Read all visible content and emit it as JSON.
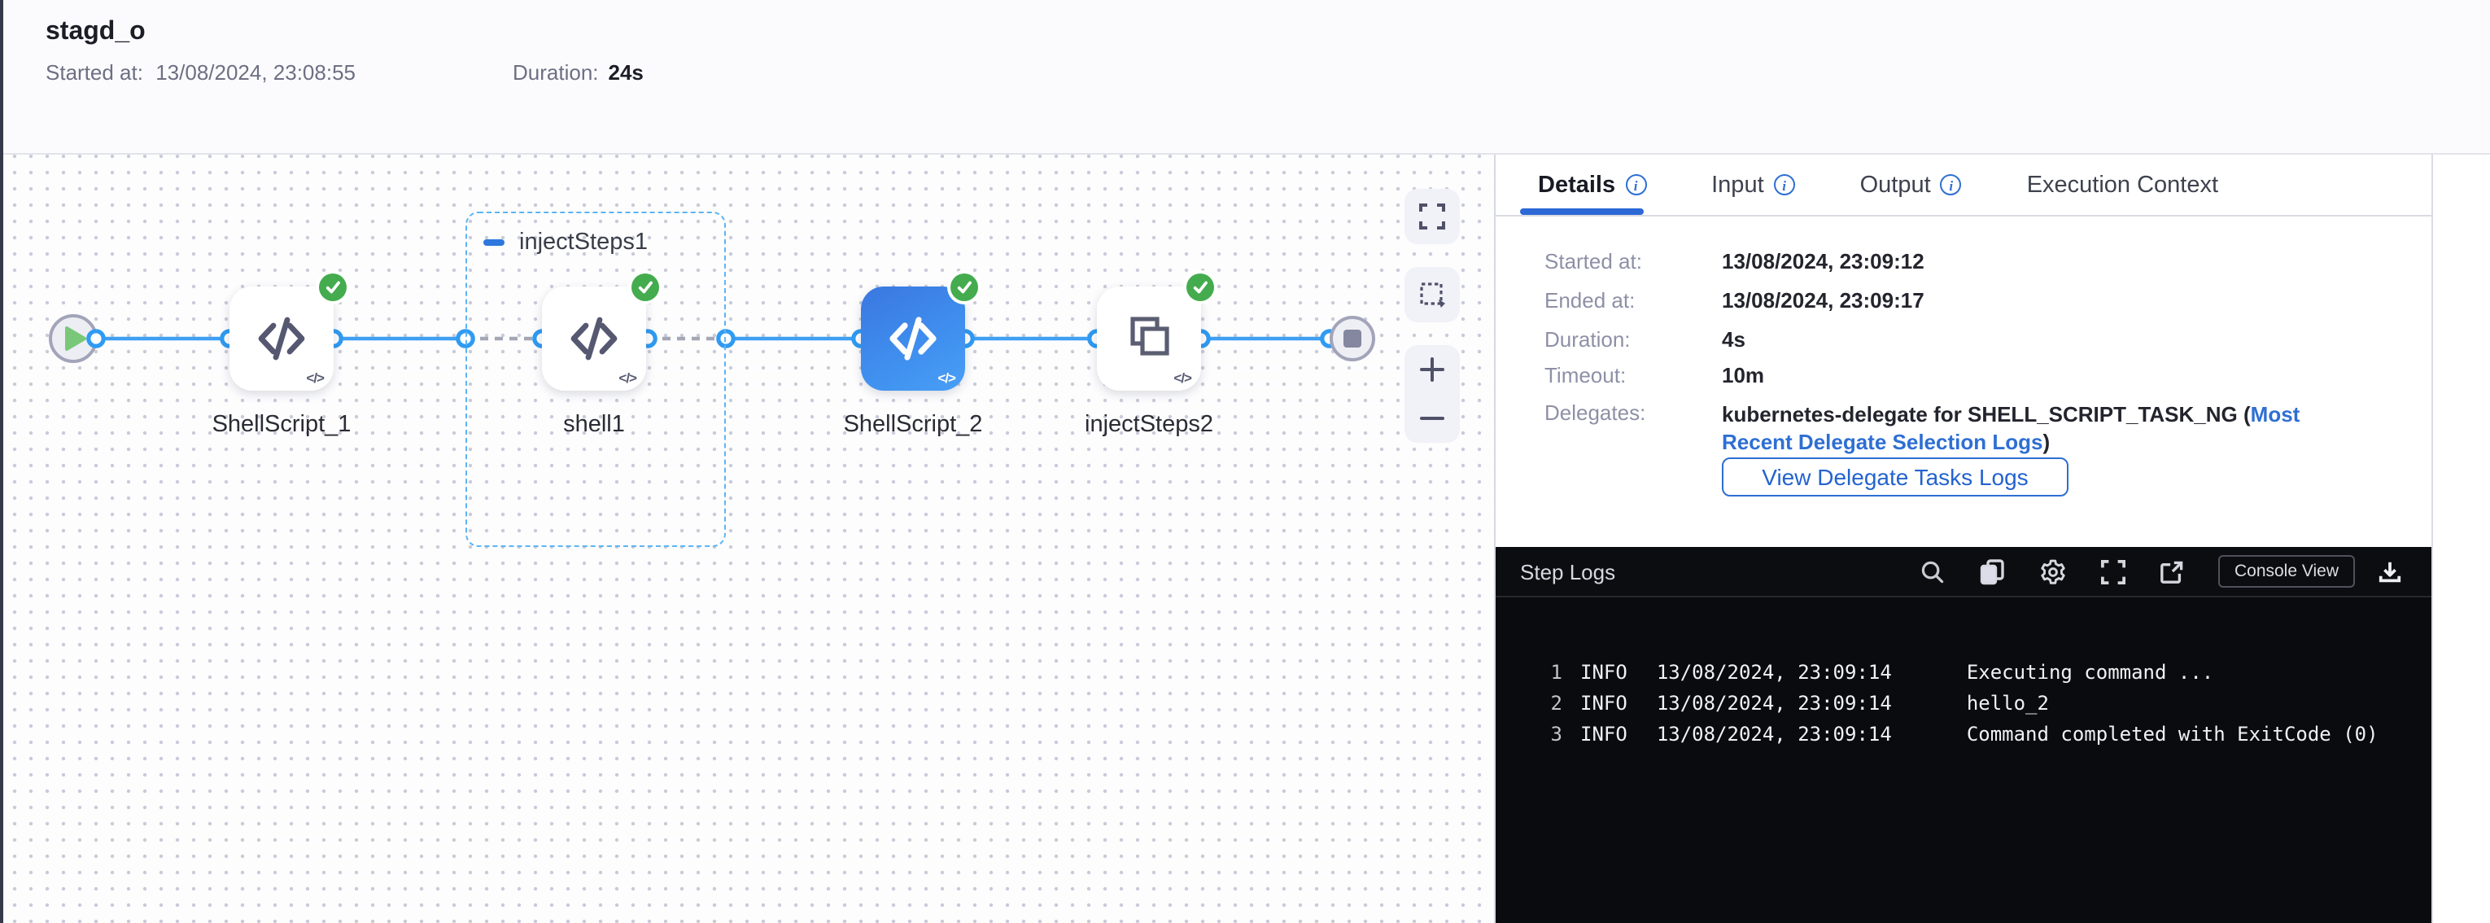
{
  "colors": {
    "accent_blue": "#2e6fd3",
    "wire_blue": "#3f9ff2",
    "success_green": "#44ac4e",
    "node_slate": "#555870",
    "log_bg": "#0a0b0e",
    "selected_node_blue": "#3f8eee"
  },
  "header": {
    "title": "stagd_o",
    "started_label": "Started at:",
    "started_value": "13/08/2024, 23:08:55",
    "duration_label": "Duration:",
    "duration_value": "24s"
  },
  "pipeline": {
    "start_node": "start",
    "end_node": "stop",
    "group": {
      "name": "injectSteps1"
    },
    "nodes": [
      {
        "label": "ShellScript_1",
        "status": "success",
        "selected": false
      },
      {
        "label": "shell1",
        "status": "success",
        "selected": false
      },
      {
        "label": "ShellScript_2",
        "status": "success",
        "selected": true
      },
      {
        "label": "injectSteps2",
        "status": "success",
        "selected": false
      }
    ],
    "code_glyph": "</>"
  },
  "tabs": [
    {
      "label": "Details",
      "active": true,
      "info": true
    },
    {
      "label": "Input",
      "active": false,
      "info": true
    },
    {
      "label": "Output",
      "active": false,
      "info": true
    },
    {
      "label": "Execution Context",
      "active": false,
      "info": false
    }
  ],
  "details": {
    "rows": [
      {
        "label": "Started at:",
        "value": "13/08/2024, 23:09:12"
      },
      {
        "label": "Ended at:",
        "value": "13/08/2024, 23:09:17"
      },
      {
        "label": "Duration:",
        "value": "4s"
      },
      {
        "label": "Timeout:",
        "value": "10m"
      }
    ],
    "delegates_label": "Delegates:",
    "delegates_prefix": "kubernetes-delegate for SHELL_SCRIPT_TASK_NG (",
    "delegates_link": "Most Recent Delegate Selection Logs",
    "delegates_suffix": ")",
    "button_label": "View Delegate Tasks Logs"
  },
  "logs": {
    "title": "Step Logs",
    "console_view_label": "Console View",
    "lines": [
      {
        "n": "1",
        "level": "INFO",
        "time": "13/08/2024, 23:09:14",
        "message": "Executing command ..."
      },
      {
        "n": "2",
        "level": "INFO",
        "time": "13/08/2024, 23:09:14",
        "message": "hello_2"
      },
      {
        "n": "3",
        "level": "INFO",
        "time": "13/08/2024, 23:09:14",
        "message": "Command completed with ExitCode (0)"
      }
    ]
  }
}
